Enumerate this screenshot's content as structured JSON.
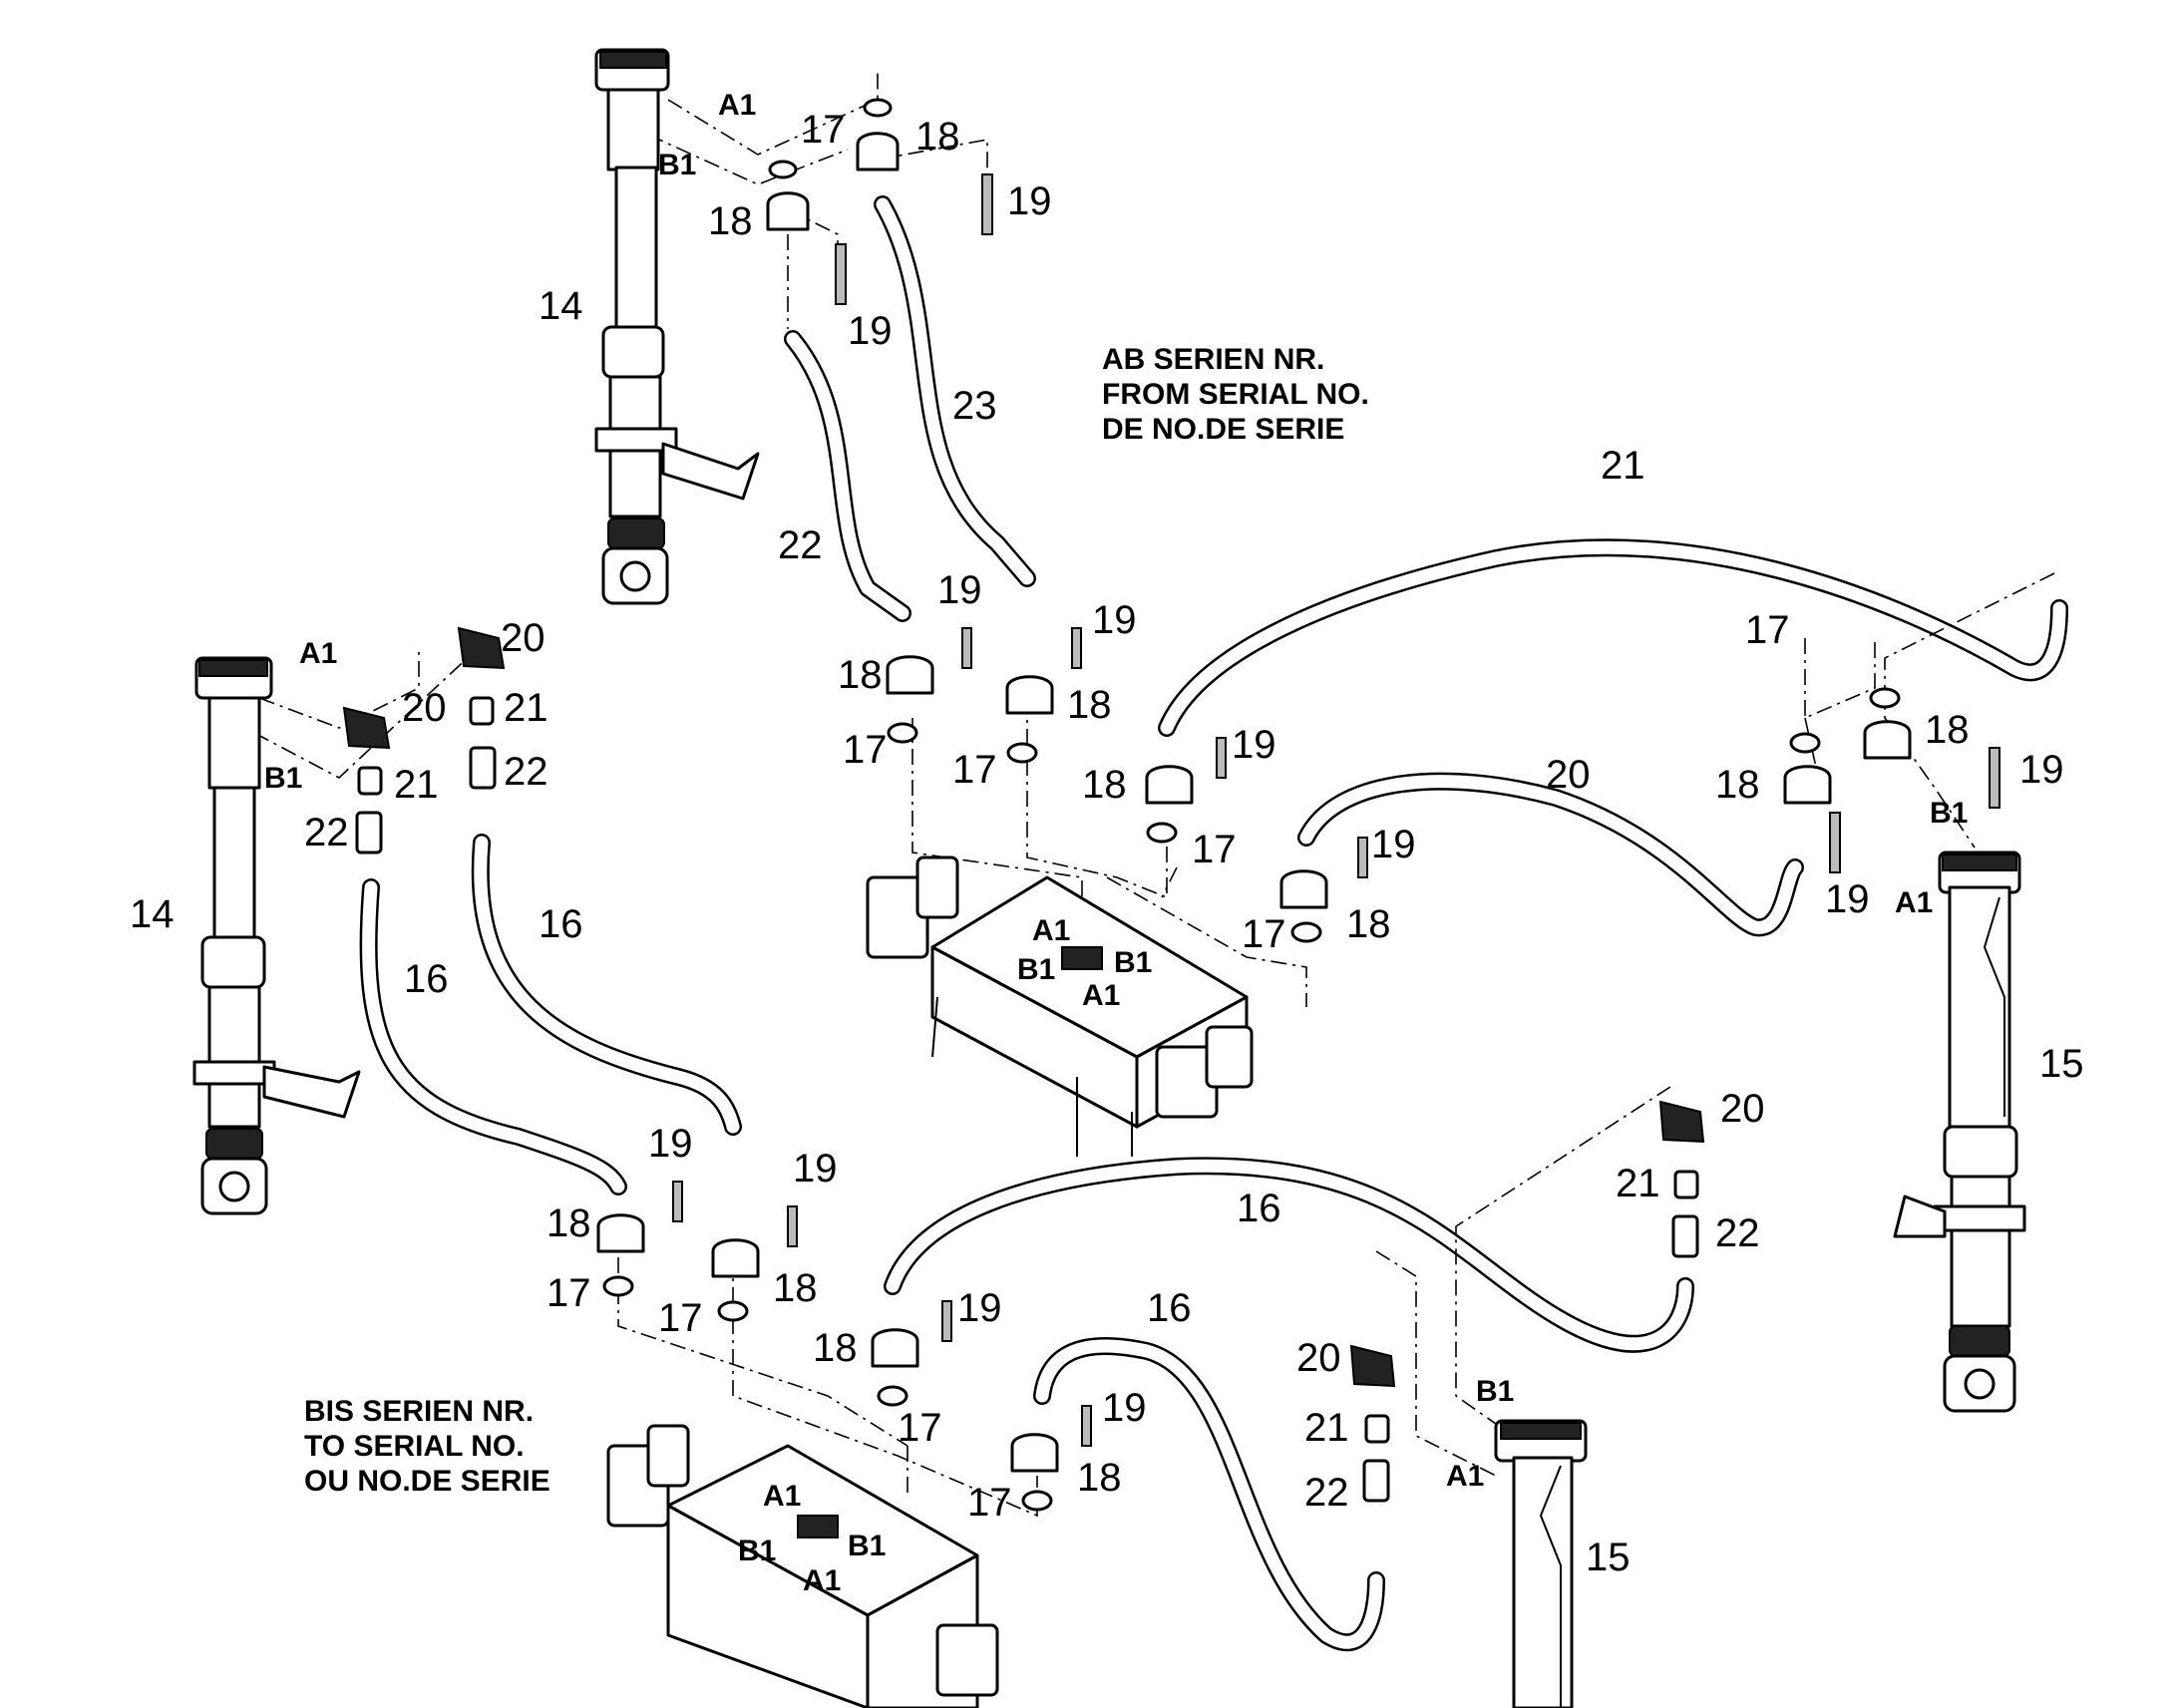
{
  "notes": {
    "from_serial": [
      "AB SERIEN NR.",
      "FROM SERIAL NO.",
      "DE NO.DE SERIE"
    ],
    "to_serial": [
      "BIS SERIEN NR.",
      "TO SERIAL NO.",
      "OU NO.DE SERIE"
    ]
  },
  "part_numbers": {
    "p14": "14",
    "p15": "15",
    "p16": "16",
    "p17": "17",
    "p18": "18",
    "p19": "19",
    "p20": "20",
    "p21": "21",
    "p22": "22",
    "p23": "23"
  },
  "ports": {
    "a1": "A1",
    "b1": "B1"
  }
}
